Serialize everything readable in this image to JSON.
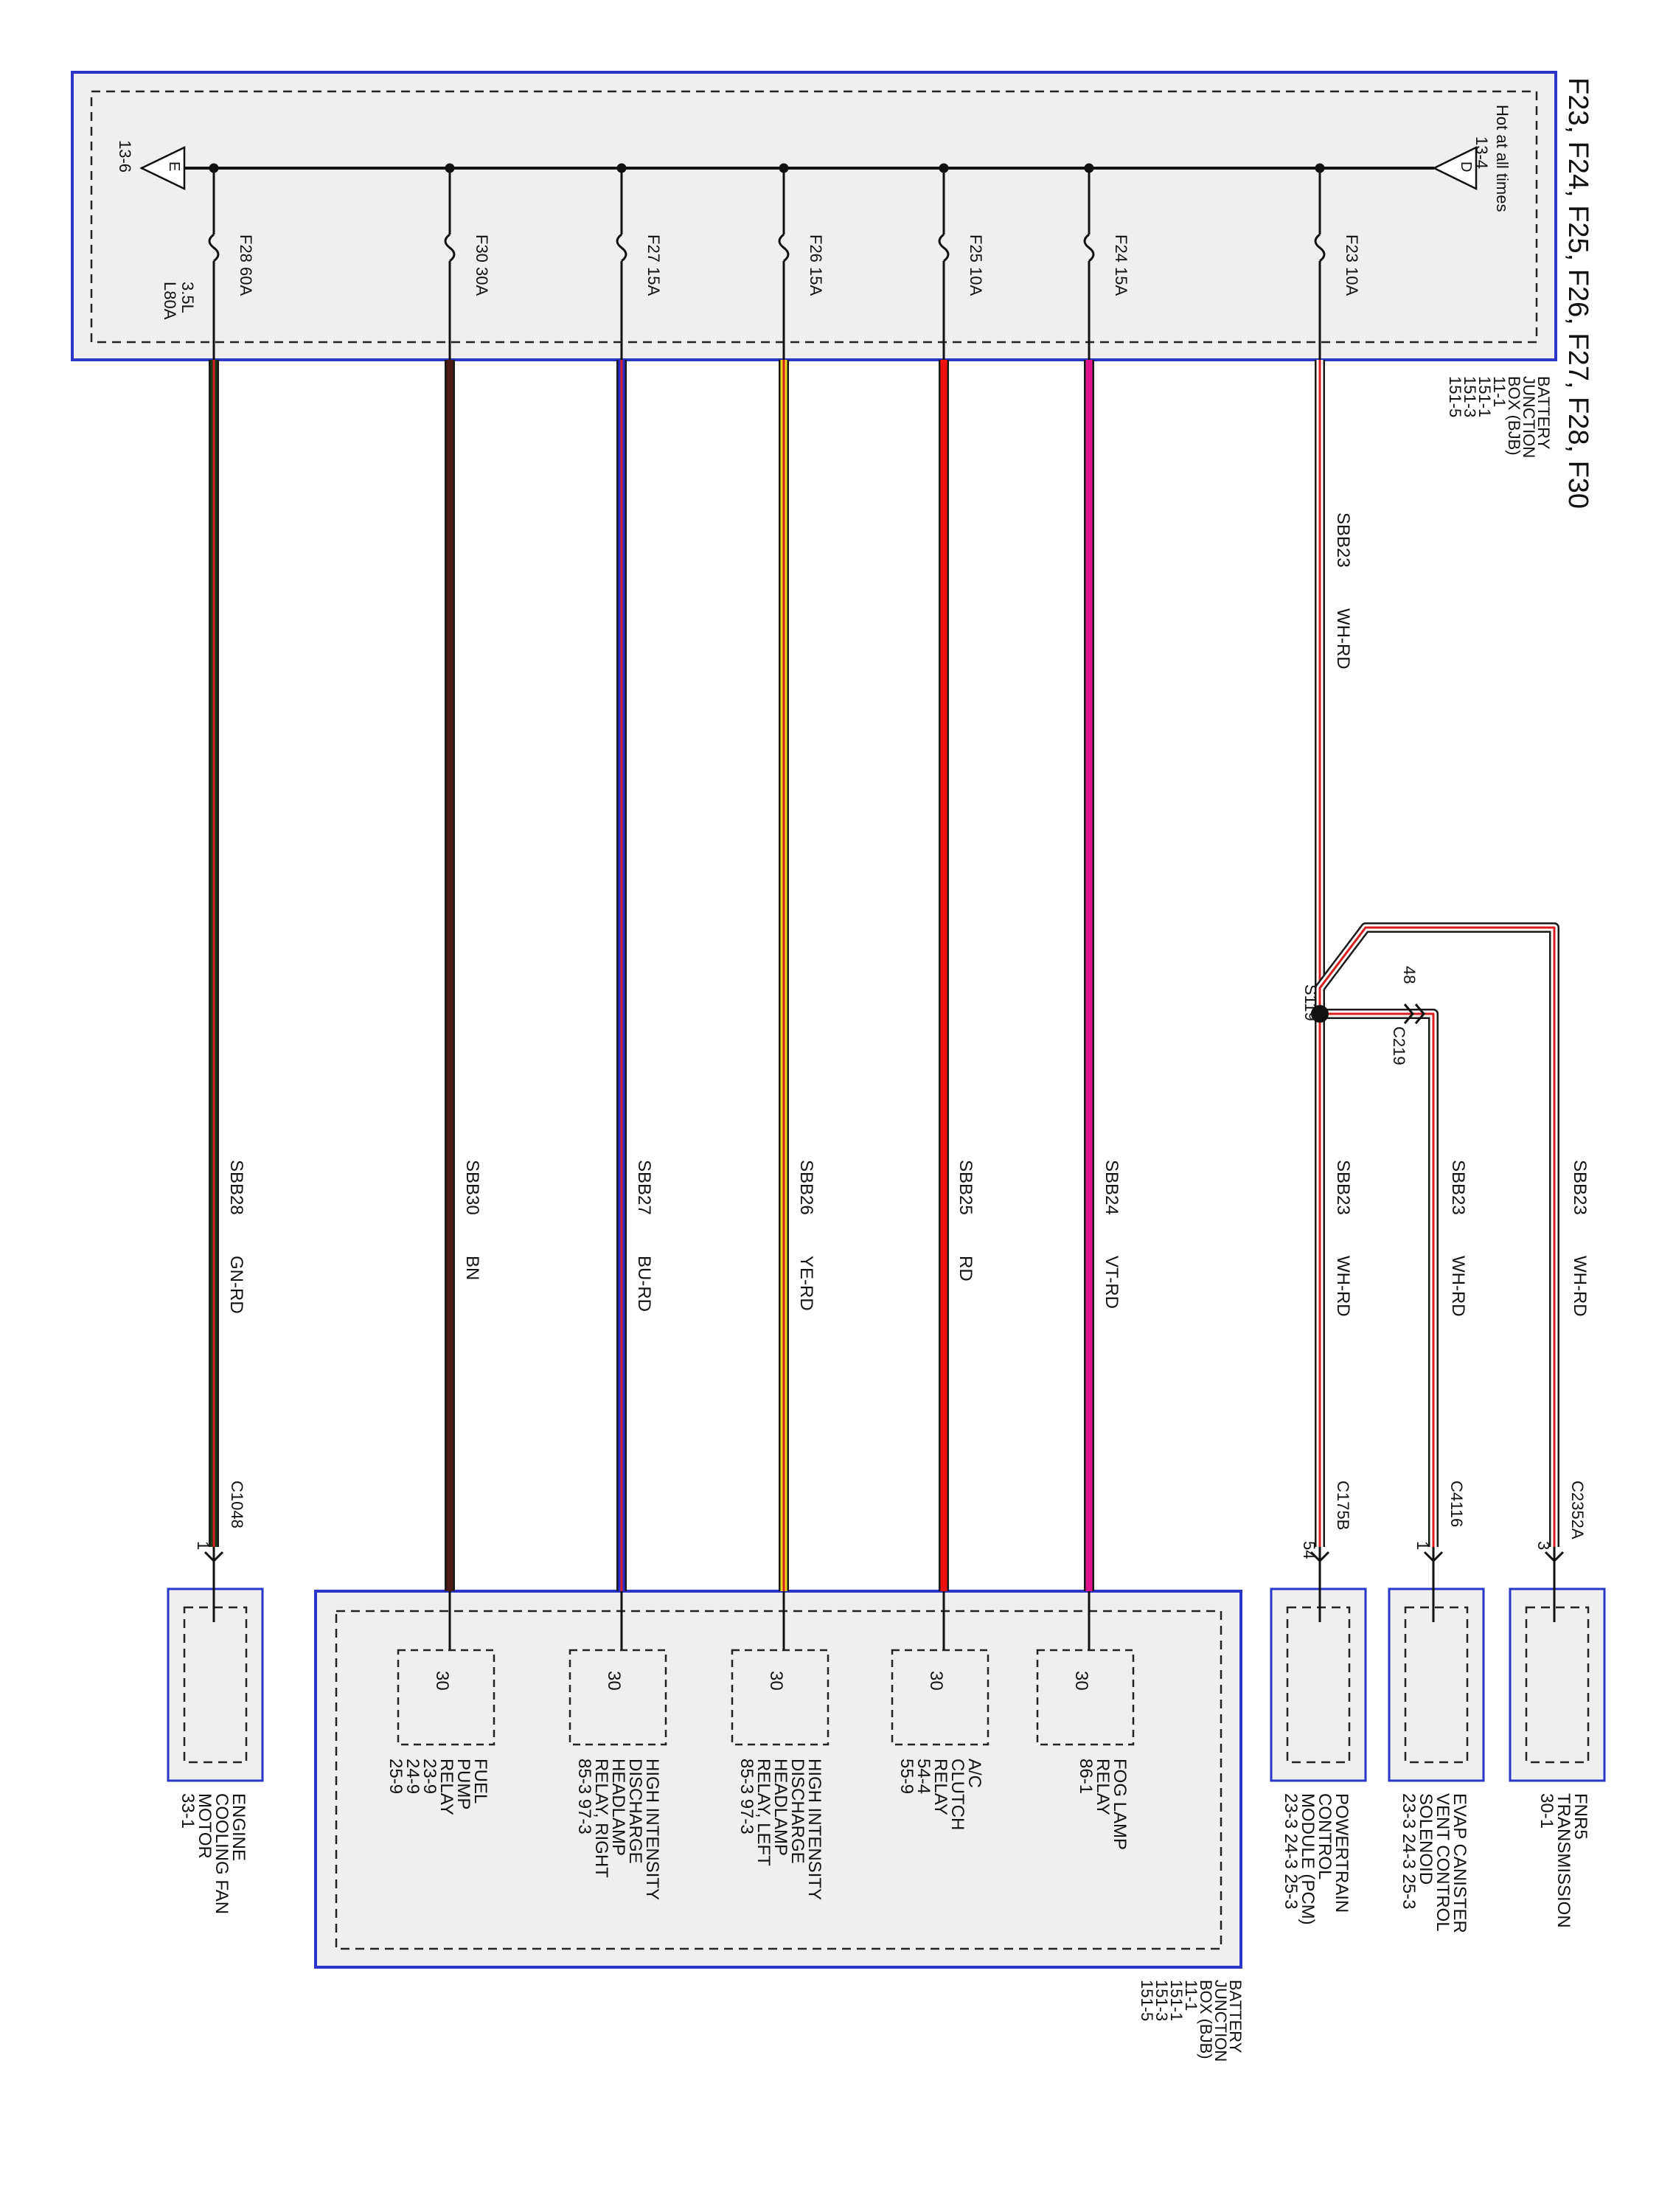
{
  "title": "F23, F24, F25, F26, F27, F28, F30",
  "colors": {
    "box_border": "#2b35c8",
    "box_fill": "#efefef",
    "wire_outline": "#1a1a1a",
    "WH-RD": [
      "#ffffff",
      "#d81e1e"
    ],
    "VT-RD": [
      "#e0148c",
      "#e0148c"
    ],
    "RD": [
      "#f01010",
      "#f01010"
    ],
    "YE-RD": [
      "#e8d820",
      "#d81e1e"
    ],
    "BU-RD": [
      "#2a2ad8",
      "#d81e1e"
    ],
    "BN": [
      "#4a1a14",
      "#4a1a14"
    ],
    "GN-RD": [
      "#1d3a1a",
      "#d81e1e"
    ]
  },
  "top_box": {
    "bus_top": {
      "letter": "D",
      "line1": "Hot at all times",
      "line2": "13-4"
    },
    "bus_bottom": {
      "letter": "E",
      "ref": "13-6"
    },
    "label": [
      "BATTERY",
      "JUNCTION",
      "BOX (BJB)",
      "11-1",
      "151-1",
      "151-3",
      "151-5"
    ],
    "fuses": [
      {
        "name": "F23",
        "rating": "10A"
      },
      {
        "name": "F24",
        "rating": "15A"
      },
      {
        "name": "F25",
        "rating": "10A"
      },
      {
        "name": "F26",
        "rating": "15A"
      },
      {
        "name": "F27",
        "rating": "15A"
      },
      {
        "name": "F30",
        "rating": "30A"
      },
      {
        "name": "F28",
        "rating": "60A",
        "note1": "3.5L",
        "note2": "L80A"
      }
    ]
  },
  "wires": [
    {
      "circuit": "SBB23",
      "color": "WH-RD"
    },
    {
      "circuit": "SBB23",
      "color": "WH-RD"
    },
    {
      "circuit": "SBB23",
      "color": "WH-RD"
    },
    {
      "circuit": "SBB23",
      "color": "WH-RD"
    },
    {
      "circuit": "SBB24",
      "color": "VT-RD"
    },
    {
      "circuit": "SBB25",
      "color": "RD"
    },
    {
      "circuit": "SBB26",
      "color": "YE-RD"
    },
    {
      "circuit": "SBB27",
      "color": "BU-RD"
    },
    {
      "circuit": "SBB30",
      "color": "BN"
    },
    {
      "circuit": "SBB28",
      "color": "GN-RD"
    }
  ],
  "splice": {
    "name": "S119"
  },
  "inline_connector": {
    "name": "C219",
    "pin": "48"
  },
  "end_connectors": [
    {
      "name": "C2352A",
      "pin": "3"
    },
    {
      "name": "C4116",
      "pin": "1"
    },
    {
      "name": "C175B",
      "pin": "54"
    },
    {
      "name": "C1048",
      "pin": "1"
    }
  ],
  "components": [
    {
      "lines": [
        "FNR5",
        "TRANSMISSION",
        "30-1"
      ]
    },
    {
      "lines": [
        "EVAP CANISTER",
        "VENT CONTROL",
        "SOLENOID",
        "23-3   24-3   25-3"
      ]
    },
    {
      "lines": [
        "POWERTRAIN",
        "CONTROL",
        "MODULE (PCM)",
        "23-3   24-3   25-3"
      ]
    },
    {
      "lines": [
        "ENGINE",
        "COOLING FAN",
        "MOTOR",
        "33-1"
      ]
    }
  ],
  "bottom_box": {
    "label": [
      "BATTERY",
      "JUNCTION",
      "BOX (BJB)",
      "11-1",
      "151-1",
      "151-3",
      "151-5"
    ],
    "relays": [
      {
        "pin": "30",
        "lines": [
          "FOG LAMP",
          "RELAY",
          "86-1"
        ]
      },
      {
        "pin": "30",
        "lines": [
          "A/C",
          "CLUTCH",
          "RELAY",
          "54-4",
          "55-9"
        ]
      },
      {
        "pin": "30",
        "lines": [
          "HIGH INTENSITY",
          "DISCHARGE",
          "HEADLAMP",
          "RELAY, LEFT",
          "85-3   97-3"
        ]
      },
      {
        "pin": "30",
        "lines": [
          "HIGH INTENSITY",
          "DISCHARGE",
          "HEADLAMP",
          "RELAY, RIGHT",
          "85-3   97-3"
        ]
      },
      {
        "pin": "30",
        "lines": [
          "FUEL",
          "PUMP",
          "RELAY",
          "23-9",
          "24-9",
          "25-9"
        ]
      }
    ]
  }
}
